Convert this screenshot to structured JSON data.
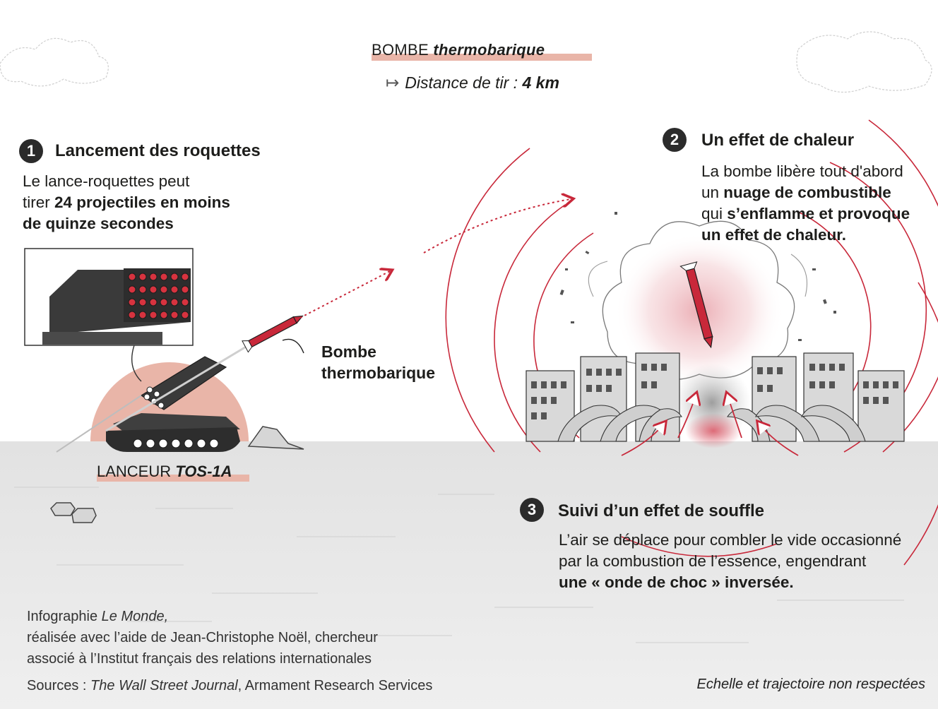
{
  "header": {
    "title_prefix": "BOMBE",
    "title_em": "thermobarique",
    "range_arrow": "↦",
    "range_label": "Distance de tir :",
    "range_value": "4 km"
  },
  "step1": {
    "number": "1",
    "heading": "Lancement des roquettes",
    "line1": "Le lance-roquettes peut",
    "line2_plain": "tirer ",
    "line2_bold": "24 projectiles en moins",
    "line3_bold": "de quinze secondes"
  },
  "bomb_label": {
    "line1": "Bombe",
    "line2": "thermobarique"
  },
  "launcher": {
    "prefix": "LANCEUR",
    "name": "TOS-1A"
  },
  "step2": {
    "number": "2",
    "heading": "Un effet de chaleur",
    "line1": "La bombe libère tout d'abord",
    "line2_plain": "un ",
    "line2_bold": "nuage de combustible",
    "line3_plain": "qui ",
    "line3_bold": "s’enflamme et provoque",
    "line4_bold": "un effet de chaleur."
  },
  "step3": {
    "number": "3",
    "heading": "Suivi d’un effet de souffle",
    "line1": "L’air se déplace pour combler le vide occasionné",
    "line2": "par la combustion de l’essence, engendrant",
    "line3_bold": "une « onde de choc » inversée."
  },
  "credits": {
    "line1_plain": "Infographie ",
    "line1_italic": "Le Monde,",
    "line2": "réalisée avec l’aide de Jean-Christophe Noël, chercheur",
    "line3": "associé à l’Institut français des relations internationales",
    "sources_label": "Sources : ",
    "sources_italic": "The Wall Street Journal",
    "sources_rest": ", Armament Research Services"
  },
  "note": "Echelle et trajectoire non respectées",
  "colors": {
    "accent_red": "#c8283a",
    "accent_salmon": "#e9b5a8",
    "dark": "#2b2b2b",
    "ground": "#e4e4e4"
  }
}
